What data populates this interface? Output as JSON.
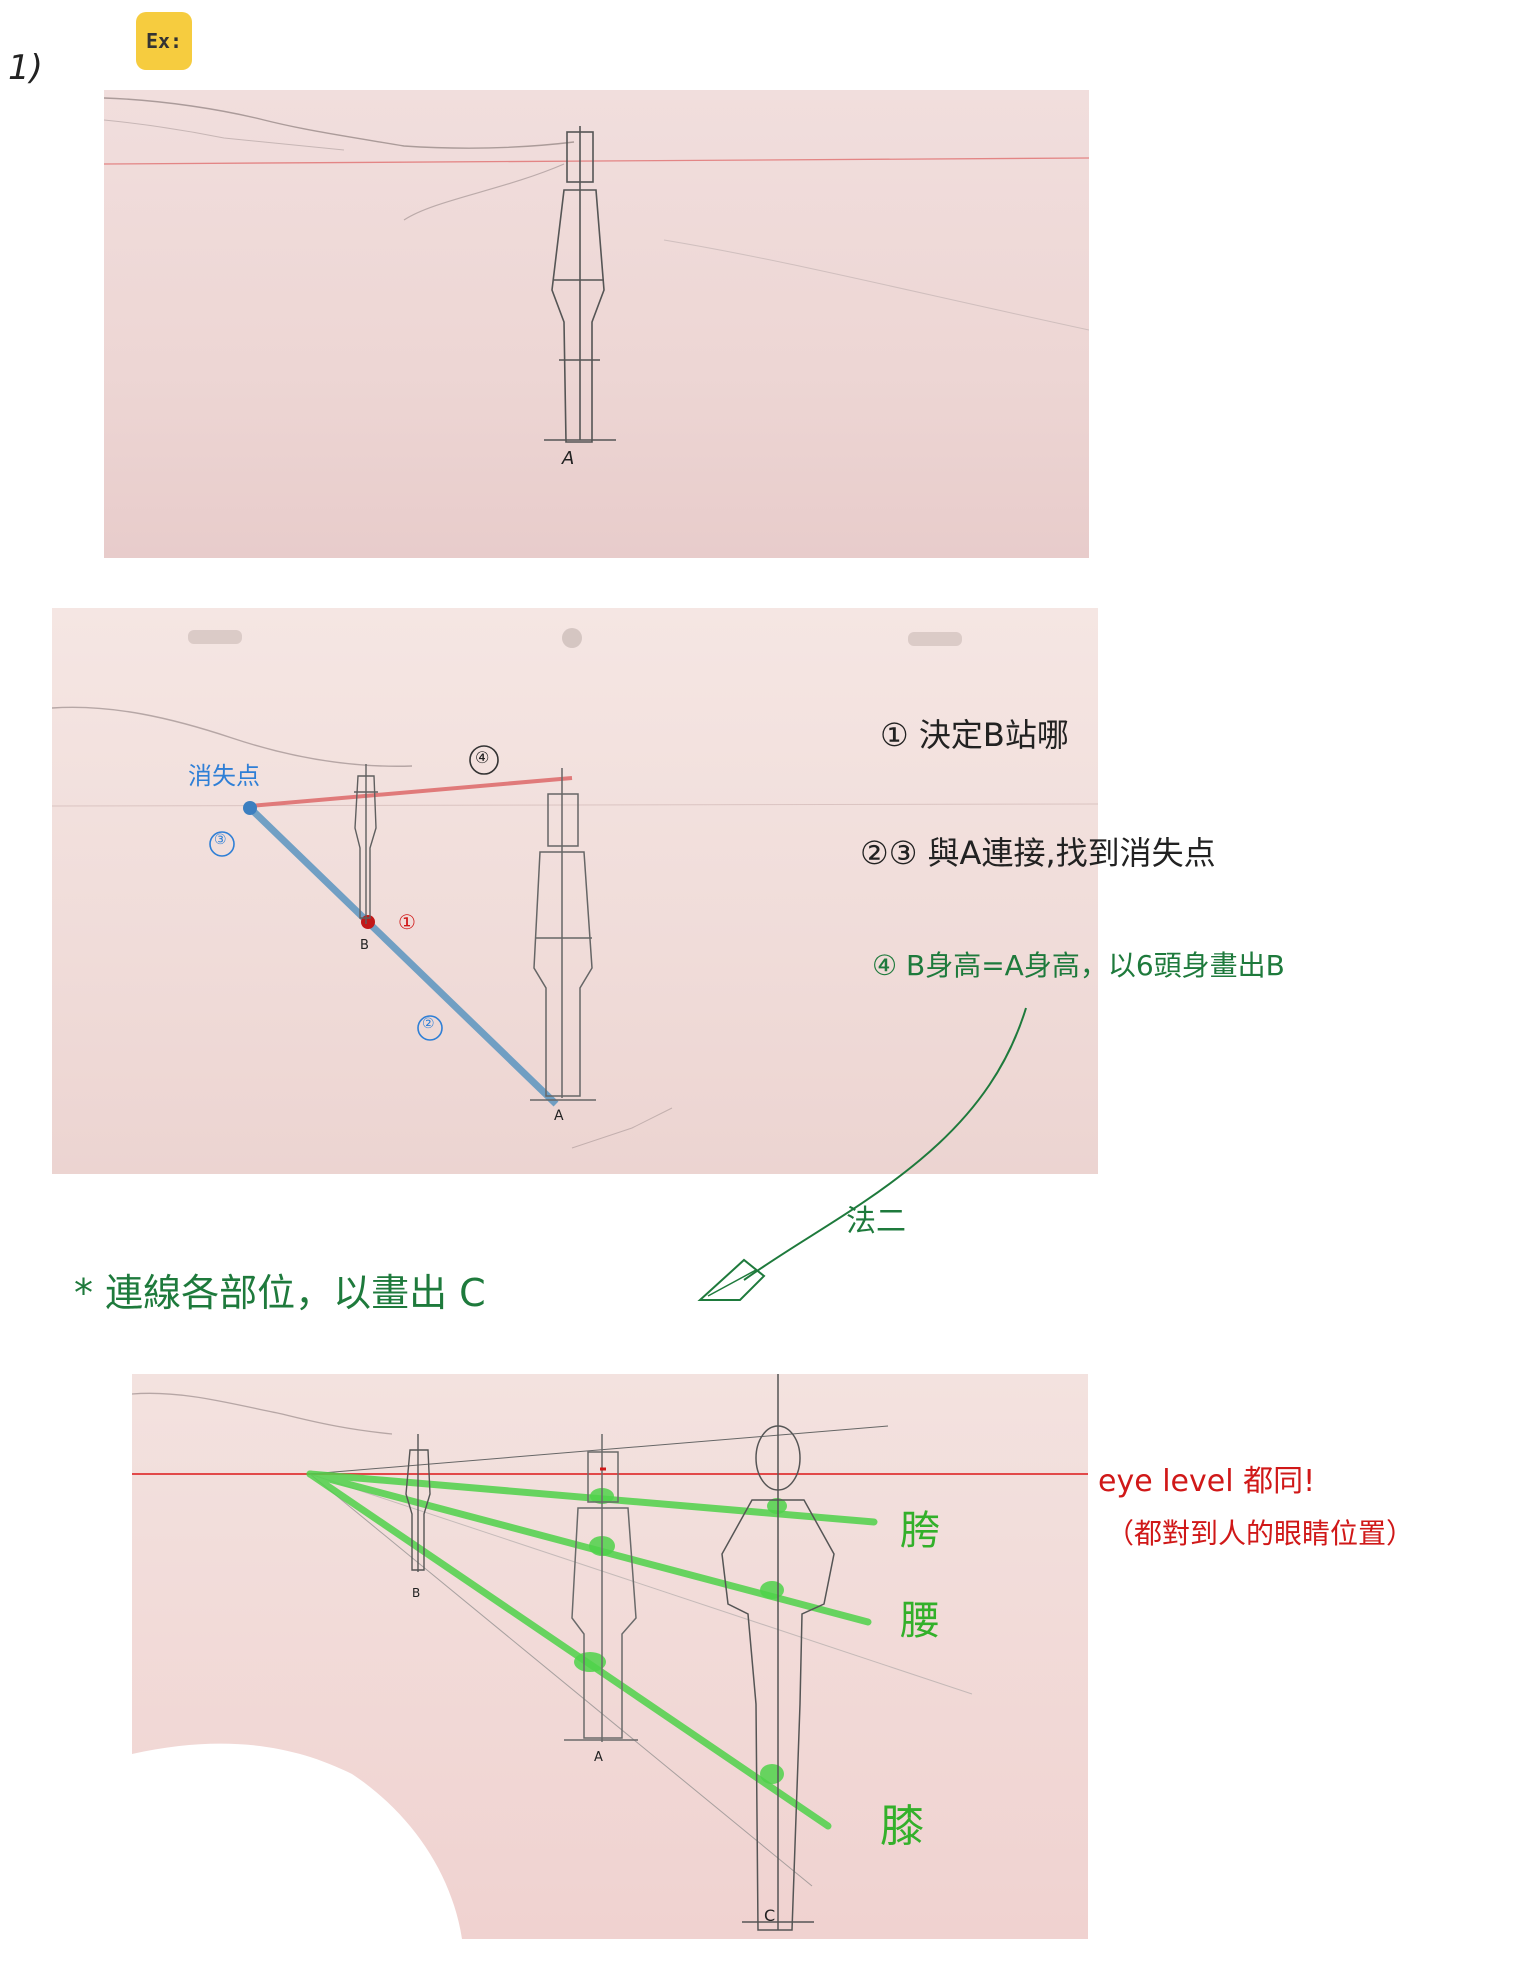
{
  "header": {
    "step_number": "1)",
    "badge_label": "Ex:"
  },
  "panel1": {
    "figure_label": "A"
  },
  "panel2": {
    "vanishing_point_label": "消失点",
    "marker_1": "①",
    "marker_2": "②",
    "marker_3": "③",
    "marker_4": "④",
    "figure_b_label": "B",
    "figure_a_label": "A",
    "steps": [
      "① 決定B站哪",
      "②③ 與A連接,找到消失点",
      "④ B身高=A身高，以6頭身畫出B"
    ]
  },
  "connector": {
    "method_label": "法二",
    "note": "* 連線各部位，以畫出 C"
  },
  "panel3": {
    "figure_b_label": "B",
    "figure_a_label": "A",
    "figure_c_label": "C",
    "labels": [
      "胯",
      "腰",
      "膝"
    ],
    "eye_level_note_1": "eye level 都同!",
    "eye_level_note_2": "（都對到人的眼睛位置）"
  },
  "colors": {
    "red_line": "#e03030",
    "blue_line": "#5b95c0",
    "green_line": "#4fd24a",
    "badge": "#f6cc3f"
  }
}
